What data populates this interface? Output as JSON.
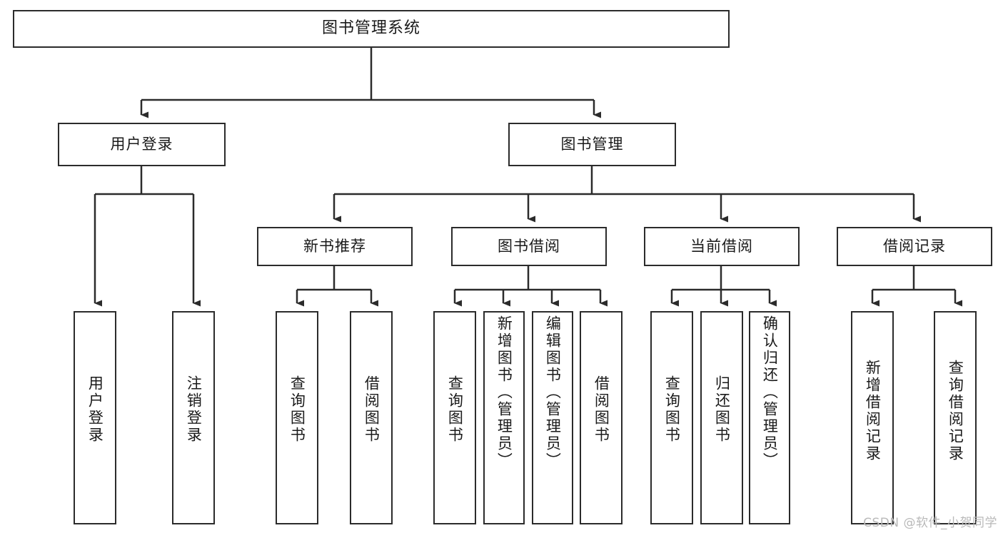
{
  "diagram": {
    "title": "图书管理系统",
    "watermark": "CSDN @软件_小贺同学",
    "style": {
      "stroke": "#2b2b2b",
      "fill": "#ffffff",
      "text": "#1a1a1a",
      "watermark_color": "#b9b9b9"
    },
    "levels": {
      "root": {
        "label": "图书管理系统"
      },
      "level2": [
        {
          "label": "用户登录"
        },
        {
          "label": "图书管理"
        }
      ],
      "level3": [
        {
          "label": "新书推荐"
        },
        {
          "label": "图书借阅"
        },
        {
          "label": "当前借阅"
        },
        {
          "label": "借阅记录"
        }
      ],
      "leaves": {
        "user_login": [
          {
            "label": "用户登录"
          },
          {
            "label": "注销登录"
          }
        ],
        "new_book_recommend": [
          {
            "label": "查询图书"
          },
          {
            "label": "借阅图书"
          }
        ],
        "book_borrow": [
          {
            "label": "查询图书"
          },
          {
            "label": "新增图书（管理员）"
          },
          {
            "label": "编辑图书（管理员）"
          },
          {
            "label": "借阅图书"
          }
        ],
        "current_borrow": [
          {
            "label": "查询图书"
          },
          {
            "label": "归还图书"
          },
          {
            "label": "确认归还（管理员）"
          }
        ],
        "borrow_records": [
          {
            "label": "新增借阅记录"
          },
          {
            "label": "查询借阅记录"
          }
        ]
      }
    }
  }
}
